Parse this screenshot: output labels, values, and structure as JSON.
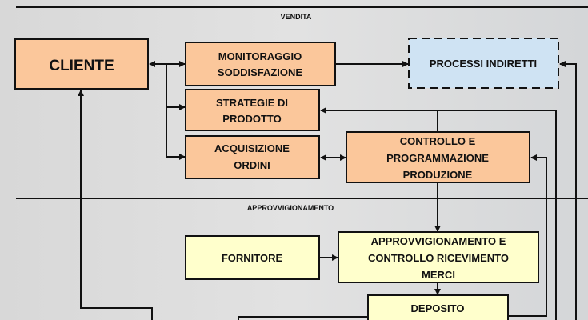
{
  "sections": {
    "sales": "VENDITA",
    "procurement": "APPROVVIGIONAMENTO"
  },
  "boxes": {
    "cliente": {
      "lines": [
        "CLIENTE"
      ]
    },
    "monitoraggio": {
      "lines": [
        "MONITORAGGIO",
        "SODDISFAZIONE"
      ]
    },
    "processi": {
      "lines": [
        "PROCESSI INDIRETTI"
      ]
    },
    "strategie": {
      "lines": [
        "STRATEGIE DI",
        "PRODOTTO"
      ]
    },
    "acquisizione": {
      "lines": [
        "ACQUISIZIONE",
        "ORDINI"
      ]
    },
    "controllo": {
      "lines": [
        "CONTROLLO E",
        "PROGRAMMAZIONE",
        "PRODUZIONE"
      ]
    },
    "fornitore": {
      "lines": [
        "FORNITORE"
      ]
    },
    "approvvigionamento": {
      "lines": [
        "APPROVVIGIONAMENTO E",
        "CONTROLLO RICEVIMENTO",
        "MERCI"
      ]
    },
    "deposito": {
      "lines": [
        "DEPOSITO"
      ]
    }
  },
  "colors": {
    "sales_box": "#fbc79b",
    "indirect_box": "#cfe3f3",
    "procurement_box": "#ffffcc"
  }
}
